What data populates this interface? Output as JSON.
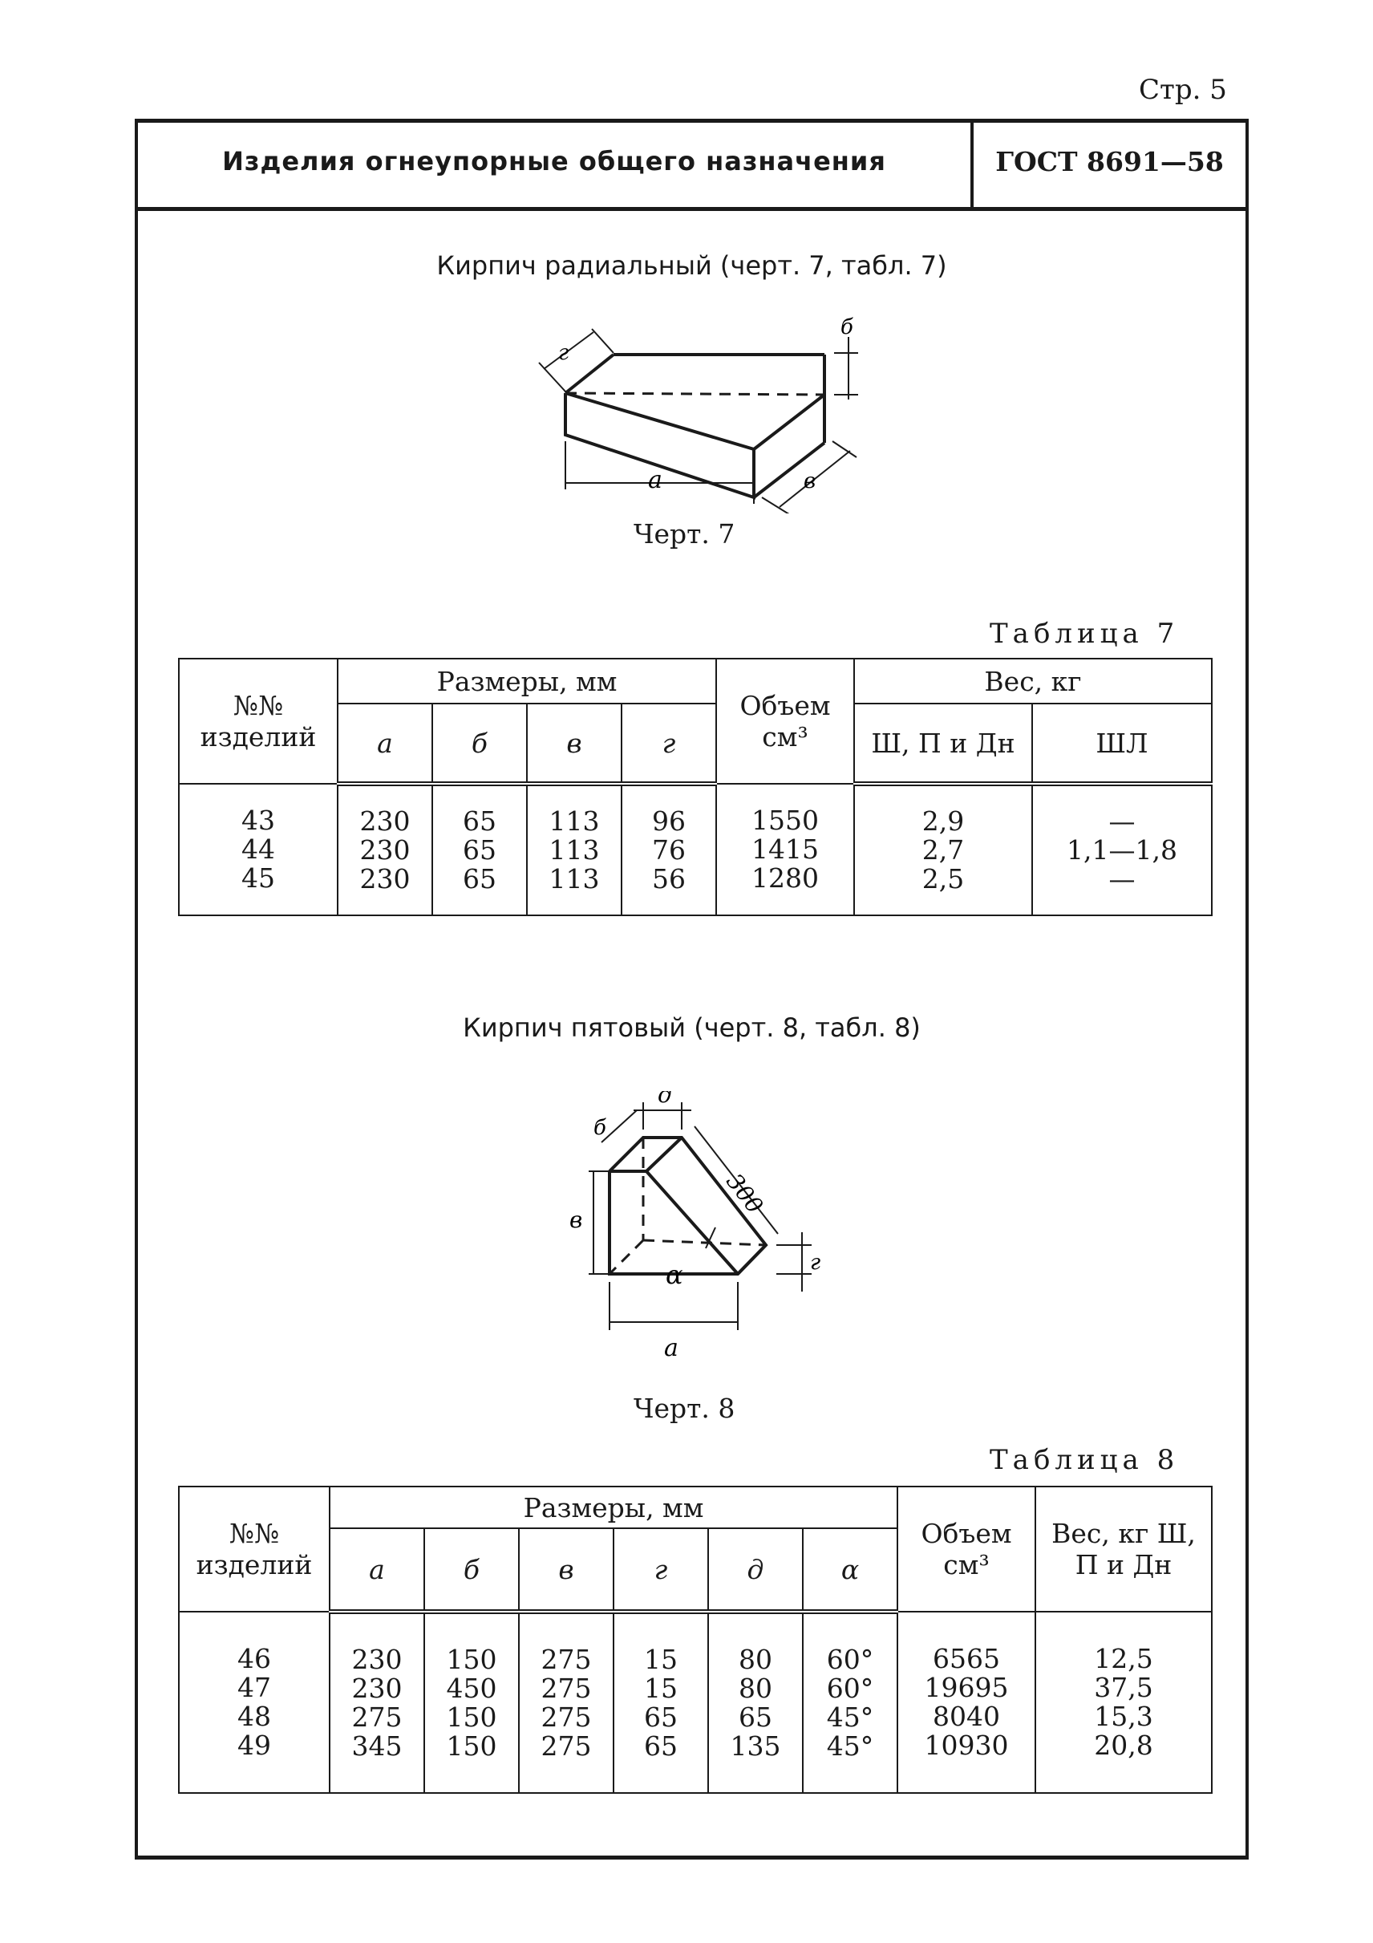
{
  "page": "Стр. 5",
  "header": {
    "title": "Изделия огнеупорные общего назначения",
    "standard": "ГОСТ 8691—58"
  },
  "section1": {
    "title": "Кирпич радиальный (черт. 7, табл. 7)",
    "drawing_caption": "Черт. 7",
    "drawing_labels": {
      "a": "а",
      "b": "б",
      "v": "в",
      "g": "г"
    },
    "table_label": "Таблица 7",
    "table": {
      "col_items": "№№ изделий",
      "col_sizes": "Размеры, мм",
      "size_cols": [
        "а",
        "б",
        "в",
        "г"
      ],
      "col_volume": "Объем см³",
      "col_weight": "Вес, кг",
      "weight_cols": [
        "Ш, П и Дн",
        "ШЛ"
      ],
      "rows": [
        {
          "no": "43",
          "a": "230",
          "b": "65",
          "v": "113",
          "g": "96",
          "vol": "1550",
          "w1": "2,9",
          "w2": "—"
        },
        {
          "no": "44",
          "a": "230",
          "b": "65",
          "v": "113",
          "g": "76",
          "vol": "1415",
          "w1": "2,7",
          "w2": "1,1—1,8"
        },
        {
          "no": "45",
          "a": "230",
          "b": "65",
          "v": "113",
          "g": "56",
          "vol": "1280",
          "w1": "2,5",
          "w2": "—"
        }
      ]
    }
  },
  "section2": {
    "title": "Кирпич пятовый (черт. 8, табл. 8)",
    "drawing_caption": "Черт. 8",
    "drawing_labels": {
      "a": "а",
      "b": "б",
      "v": "в",
      "g": "г",
      "d": "д",
      "alpha": "α",
      "len": "300"
    },
    "table_label": "Таблица 8",
    "table": {
      "col_items": "№№ изделий",
      "col_sizes": "Размеры, мм",
      "size_cols": [
        "а",
        "б",
        "в",
        "г",
        "д",
        "α"
      ],
      "col_volume": "Объем см³",
      "col_weight": "Вес, кг Ш, П и Дн",
      "rows": [
        {
          "no": "46",
          "a": "230",
          "b": "150",
          "v": "275",
          "g": "15",
          "d": "80",
          "alpha": "60°",
          "vol": "6565",
          "w": "12,5"
        },
        {
          "no": "47",
          "a": "230",
          "b": "450",
          "v": "275",
          "g": "15",
          "d": "80",
          "alpha": "60°",
          "vol": "19695",
          "w": "37,5"
        },
        {
          "no": "48",
          "a": "275",
          "b": "150",
          "v": "275",
          "g": "65",
          "d": "65",
          "alpha": "45°",
          "vol": "8040",
          "w": "15,3"
        },
        {
          "no": "49",
          "a": "345",
          "b": "150",
          "v": "275",
          "g": "65",
          "d": "135",
          "alpha": "45°",
          "vol": "10930",
          "w": "20,8"
        }
      ]
    }
  }
}
